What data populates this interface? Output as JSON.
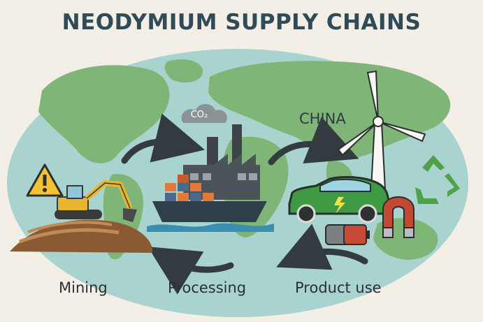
{
  "title": "NEODYMIUM SUPPLY CHAINS",
  "region_label": "CHINA",
  "co2_label": "CO₂",
  "stages": [
    {
      "label": "Mining",
      "icon": "excavator-mine-icon"
    },
    {
      "label": "Processing",
      "icon": "factory-ship-icon"
    },
    {
      "label": "Product use",
      "icon": "ev-wind-magnet-icon"
    }
  ],
  "icons": {
    "warning": "warning-icon",
    "recycle": "recycle-icon",
    "battery": "battery-icon",
    "magnet": "magnet-icon"
  },
  "colors": {
    "background": "#f3efe6",
    "ocean": "#a9d3cf",
    "land": "#7fb577",
    "title": "#2f4b57",
    "arrow": "#333b40",
    "warning": "#f2c230",
    "excavator": "#e9b52e",
    "car": "#3f9a44",
    "magnet": "#c24a34",
    "recycle": "#4fa24a"
  }
}
